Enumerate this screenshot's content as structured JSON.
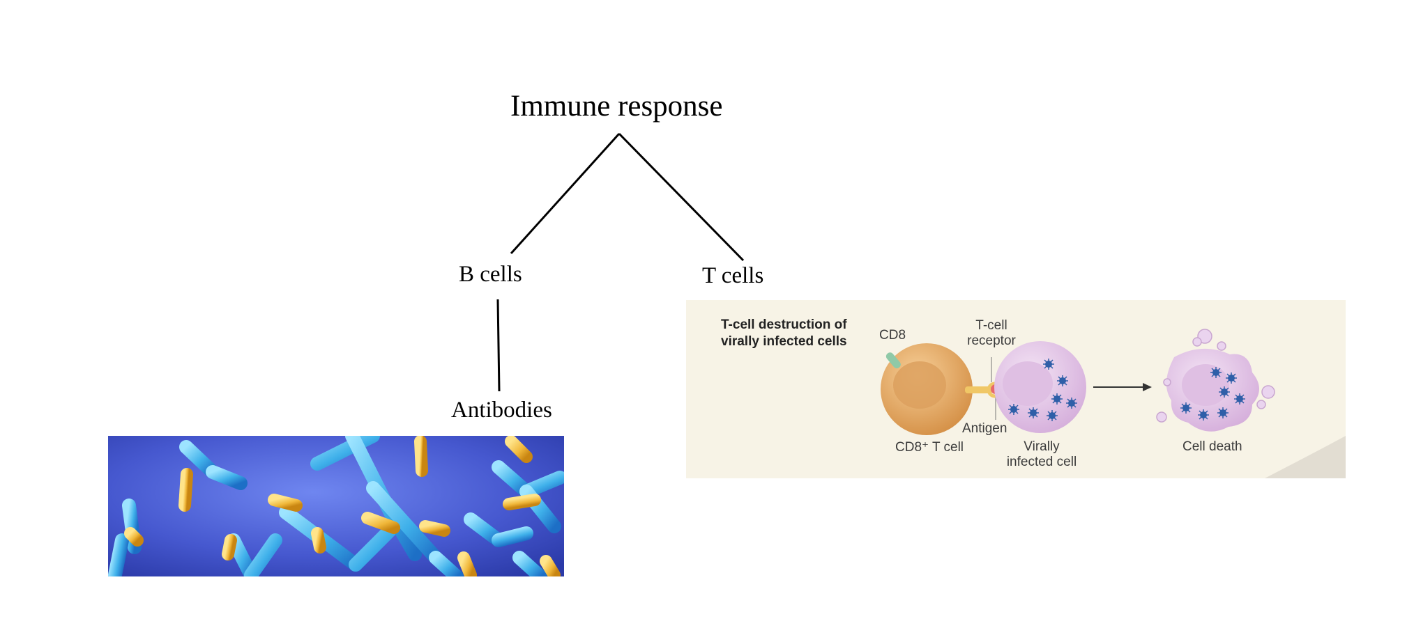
{
  "diagram": {
    "root": {
      "label": "Immune response"
    },
    "branches": [
      {
        "label": "B cells",
        "child": {
          "label": "Antibodies"
        }
      },
      {
        "label": "T cells"
      }
    ]
  },
  "tcell_panel": {
    "title_line1": "T-cell destruction of",
    "title_line2": "virally infected cells",
    "cd8": "CD8",
    "receptor_line1": "T-cell",
    "receptor_line2": "receptor",
    "antigen": "Antigen",
    "tcell": "CD8⁺ T cell",
    "infected_line1": "Virally",
    "infected_line2": "infected cell",
    "death": "Cell death"
  },
  "colors": {
    "antibody_bg": "#4a5fd6",
    "antibody_arm": "#3fb0ea",
    "antigen_yellow": "#f0b73a",
    "tcell_orange": "#e9a85c",
    "infected_pink": "#e4c8e8",
    "virus_blue": "#2f5fa8",
    "receptor_yellow": "#f0c766",
    "antigen_red": "#e8686a",
    "panel_bg": "#f7f3e6"
  }
}
